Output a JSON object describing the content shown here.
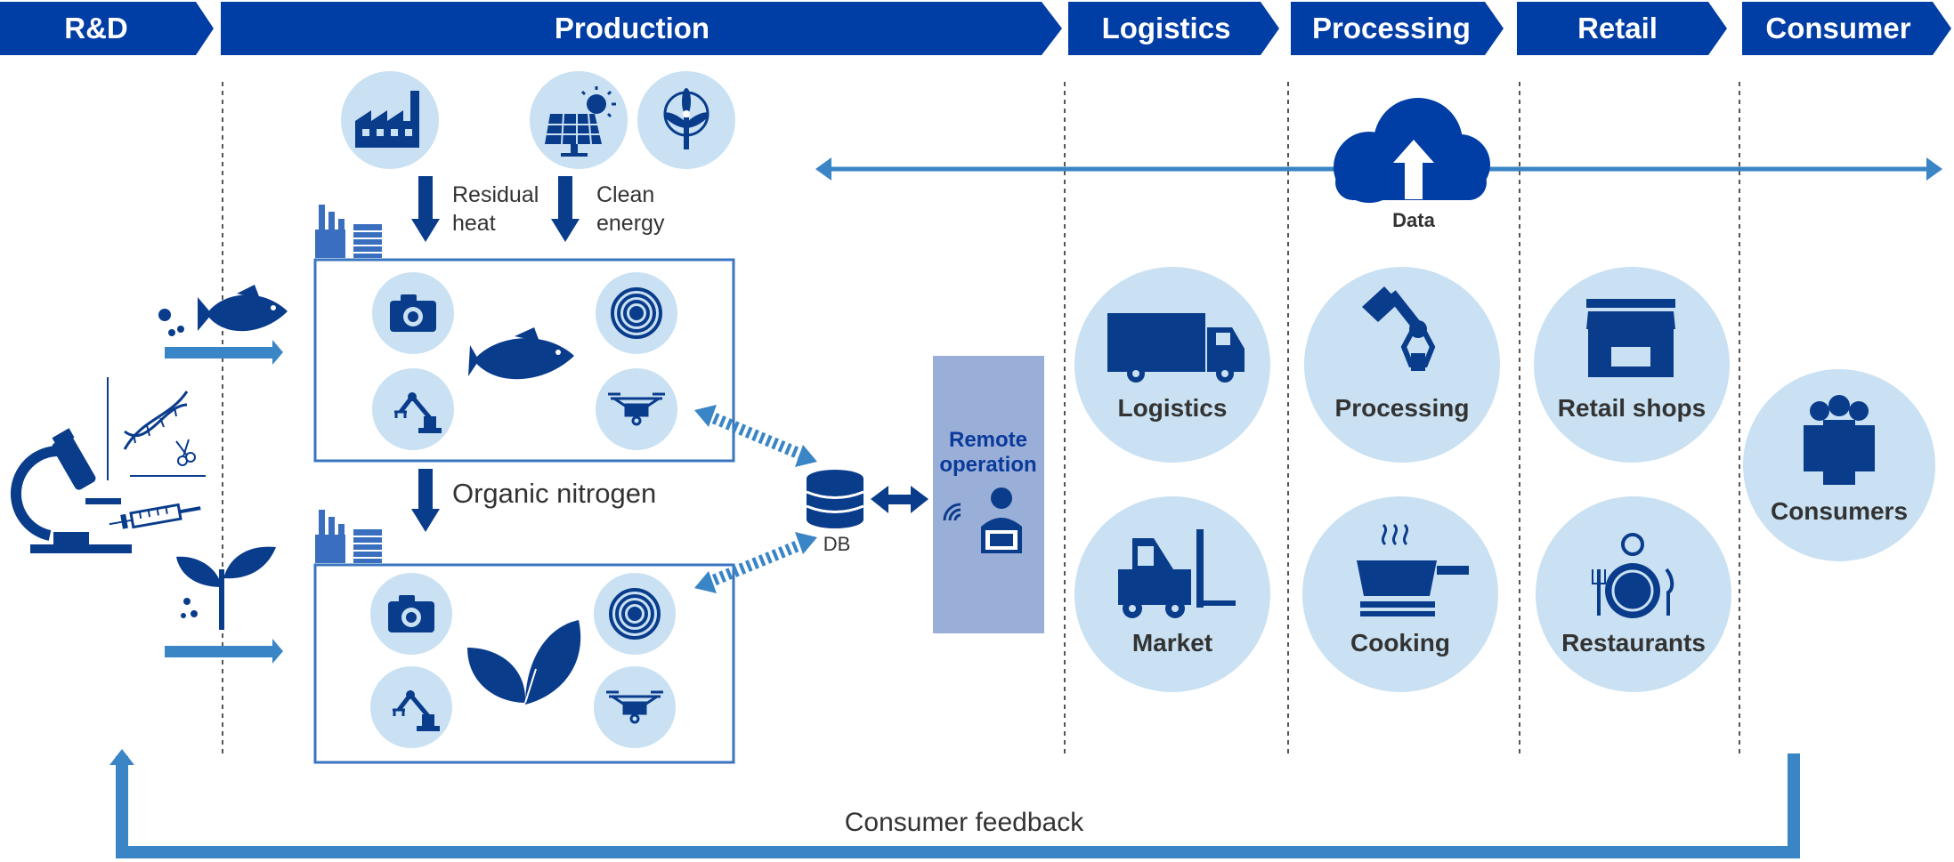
{
  "stages": [
    "R&D",
    "Production",
    "Logistics",
    "Processing",
    "Retail",
    "Consumer"
  ],
  "production": {
    "residual_heat": [
      "Residual",
      "heat"
    ],
    "clean_energy": [
      "Clean",
      "energy"
    ],
    "organic_nitrogen": "Organic nitrogen"
  },
  "db_label": "DB",
  "remote_operation": [
    "Remote",
    "operation"
  ],
  "data_label": "Data",
  "nodes": {
    "logistics": "Logistics",
    "market": "Market",
    "processing": "Processing",
    "cooking": "Cooking",
    "retail_shops": "Retail shops",
    "restaurants": "Restaurants",
    "consumers": "Consumers"
  },
  "feedback_label": "Consumer feedback",
  "colors": {
    "primary": "#003da5",
    "icon_dark": "#0a3c8c",
    "circle_fill": "#c9e1f3",
    "arrow_blue": "#3a85c6",
    "remote_panel": "#9aafd8"
  }
}
